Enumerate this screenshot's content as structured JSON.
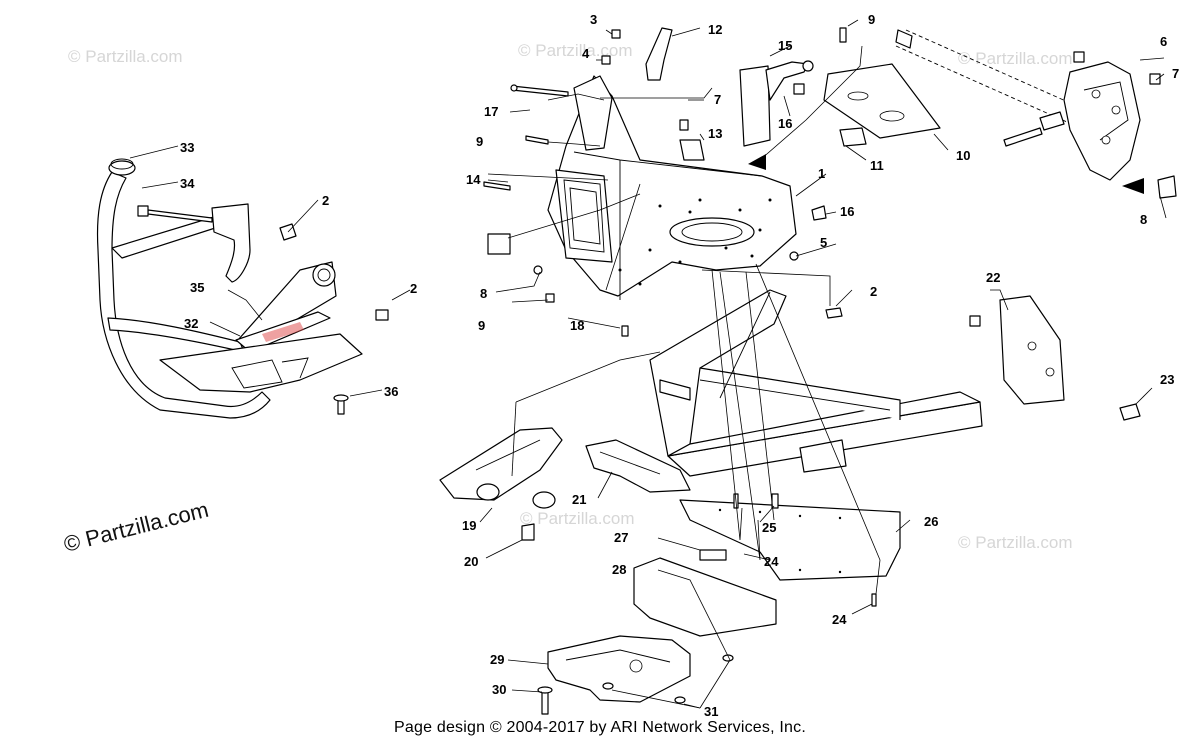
{
  "watermarks": {
    "small": "© Partzilla.com",
    "large": "© Partzilla.com"
  },
  "callouts": [
    "1",
    "2",
    "2",
    "2",
    "3",
    "4",
    "5",
    "6",
    "7",
    "7",
    "8",
    "8",
    "9",
    "9",
    "9",
    "10",
    "11",
    "12",
    "13",
    "14",
    "15",
    "16",
    "16",
    "17",
    "18",
    "19",
    "20",
    "21",
    "22",
    "23",
    "24",
    "24",
    "25",
    "26",
    "27",
    "28",
    "29",
    "30",
    "31",
    "32",
    "33",
    "34",
    "35",
    "36"
  ],
  "footer": "Page design © 2004-2017 by ARI Network Services, Inc."
}
